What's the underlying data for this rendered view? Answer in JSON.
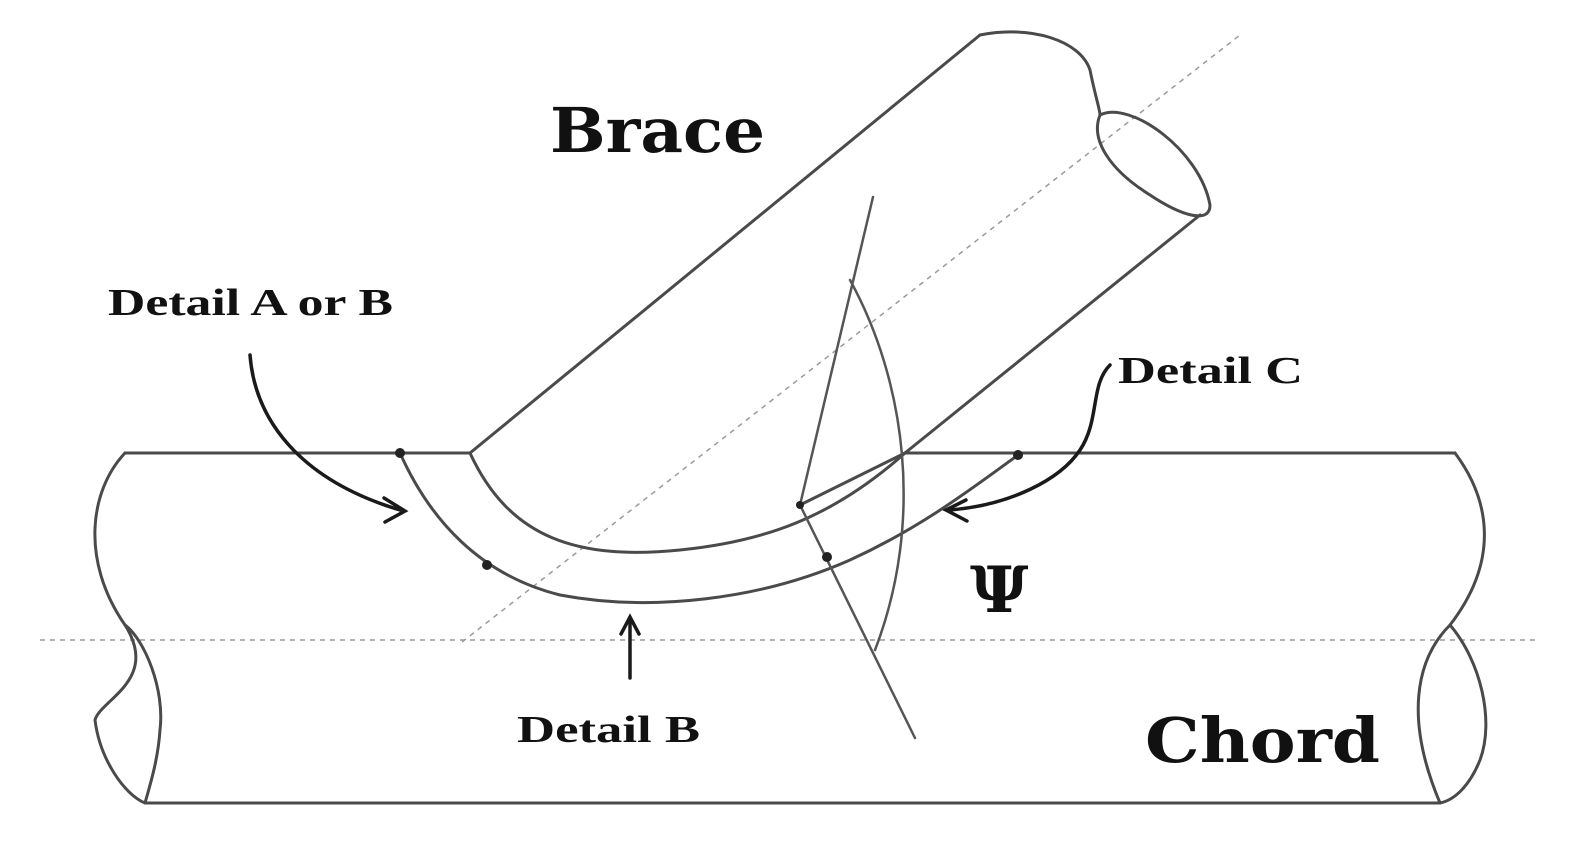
{
  "labels": {
    "brace": "Brace",
    "chord": "Chord",
    "detail_a_or_b": "Detail A or B",
    "detail_b": "Detail B",
    "detail_c": "Detail C",
    "psi": "Ψ"
  },
  "colors": {
    "outline": "#4a4a4a",
    "text": "#111111",
    "centerline": "#9a9a9a"
  }
}
